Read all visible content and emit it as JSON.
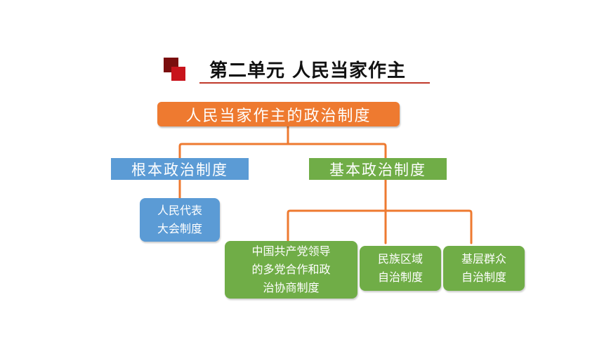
{
  "header": {
    "title": "第二单元  人民当家作主"
  },
  "diagram": {
    "root": "人民当家作主的政治制度",
    "branches": [
      {
        "label": "根本政治制度",
        "children": [
          "人民代表\n大会制度"
        ]
      },
      {
        "label": "基本政治制度",
        "children": [
          "中国共产党领导\n的多党合作和政\n治协商制度",
          "民族区域\n自治制度",
          "基层群众\n自治制度"
        ]
      }
    ]
  },
  "colors": {
    "root_fill": "#ee7a30",
    "connector": "#ee7a30",
    "fundamental_fill": "#5b9bd5",
    "basic_fill": "#70ad47",
    "title_underline": "#c0392b",
    "accent_dark": "#7a0e0e",
    "accent_red": "#c8141c"
  }
}
